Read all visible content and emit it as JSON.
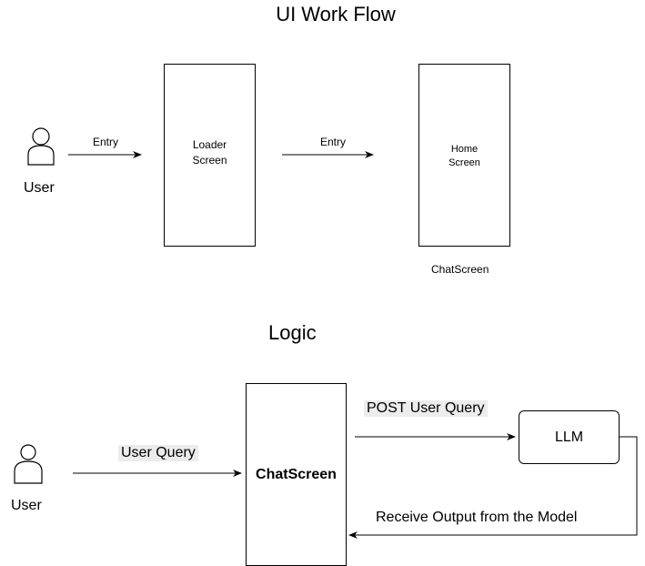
{
  "workflow": {
    "title": "UI Work Flow",
    "user_label": "User",
    "arrow1_label": "Entry",
    "arrow2_label": "Entry",
    "loader_box_line1": "Loader",
    "loader_box_line2": "Screen",
    "home_box_line1": "Home",
    "home_box_line2": "Screen",
    "home_caption": "ChatScreen"
  },
  "logic": {
    "title": "Logic",
    "user_label": "User",
    "query_label": "User Query",
    "chatscreen_label": "ChatScreen",
    "post_label": "POST User Query",
    "llm_label": "LLM",
    "receive_label": "Receive Output from the Model"
  }
}
